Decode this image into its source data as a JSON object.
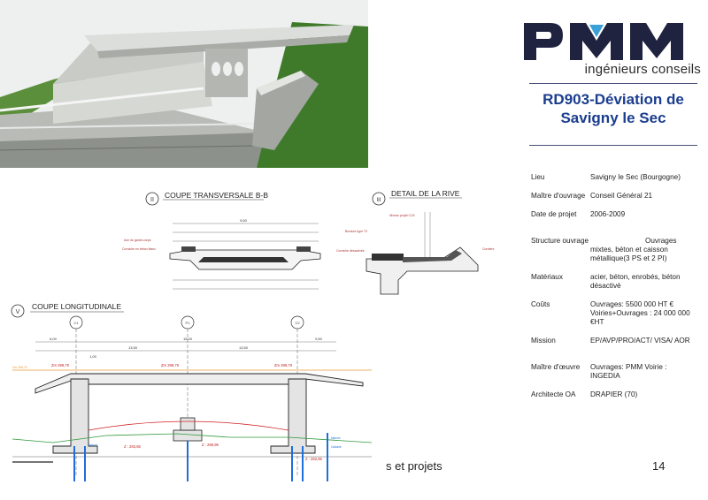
{
  "logo": {
    "text": "PMM",
    "subtitle": "ingénieurs conseils"
  },
  "project_title": "RD903-Déviation de Savigny le Sec",
  "info": [
    {
      "label": "Lieu",
      "value": "Savigny le Sec (Bourgogne)"
    },
    {
      "label": "Maître d'ouvrage",
      "value": "Conseil Général 21"
    },
    {
      "label": "Date de projet",
      "value": "2006-2009"
    },
    {
      "label": "Structure ouvrage",
      "value": "Ouvrages mixtes, béton et caisson métallique(3 PS et 2 PI)"
    },
    {
      "label": "Matériaux",
      "value": "acier, béton, enrobés, béton désactivé"
    },
    {
      "label": "Coûts",
      "value": "Ouvrages: 5500 000 HT  € Voiries+Ouvrages : 24 000 000 €HT"
    },
    {
      "label": "Mission",
      "value": "EP/AVP/PRO/ACT/ VISA/ AOR"
    },
    {
      "label": "Maître d'œuvre",
      "value": "Ouvrages: PMM Voirie : INGEDIA"
    },
    {
      "label": "Architecte OA",
      "value": "DRAPIER (70)"
    }
  ],
  "drawings": {
    "section_bb": {
      "number": "II",
      "title": "COUPE TRANSVERSALE B-B"
    },
    "detail": {
      "number": "III",
      "title": "DETAIL DE LA RIVE"
    },
    "longitudinal": {
      "number": "V",
      "title": "COUPE LONGITUDINALE"
    },
    "pier_labels": [
      "C1",
      "P1",
      "C2"
    ],
    "levels": [
      "Zm 299,70",
      "Zm 299,70",
      "Zm 299,70",
      "Z : 283,65",
      "Z : 286,95",
      "Z : 282,65"
    ],
    "dimensions": [
      "13,50",
      "15,00",
      "13,50",
      "6,00",
      "9,50",
      "0,50",
      "1,00"
    ]
  },
  "footer": {
    "text": "s et projets",
    "page": "14"
  }
}
